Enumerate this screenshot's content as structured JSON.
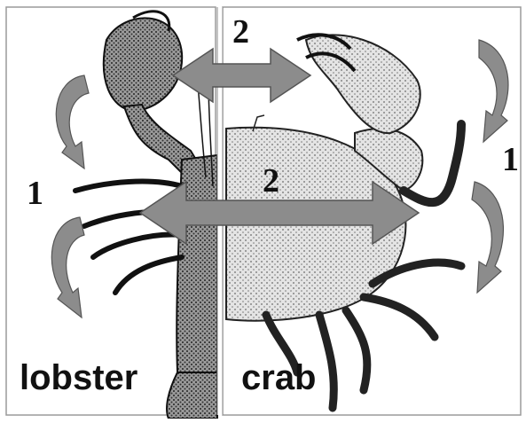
{
  "labels": {
    "left_panel": "lobster",
    "right_panel": "crab",
    "num_top": "2",
    "num_middle": "2",
    "num_left": "1",
    "num_right": "1"
  },
  "colors": {
    "arrow_fill": "#8c8c8c",
    "arrow_stroke": "#555555",
    "panel_border": "#9a9a9a",
    "ink": "#1a1a1a",
    "crab_body": "#d9d9d9"
  }
}
